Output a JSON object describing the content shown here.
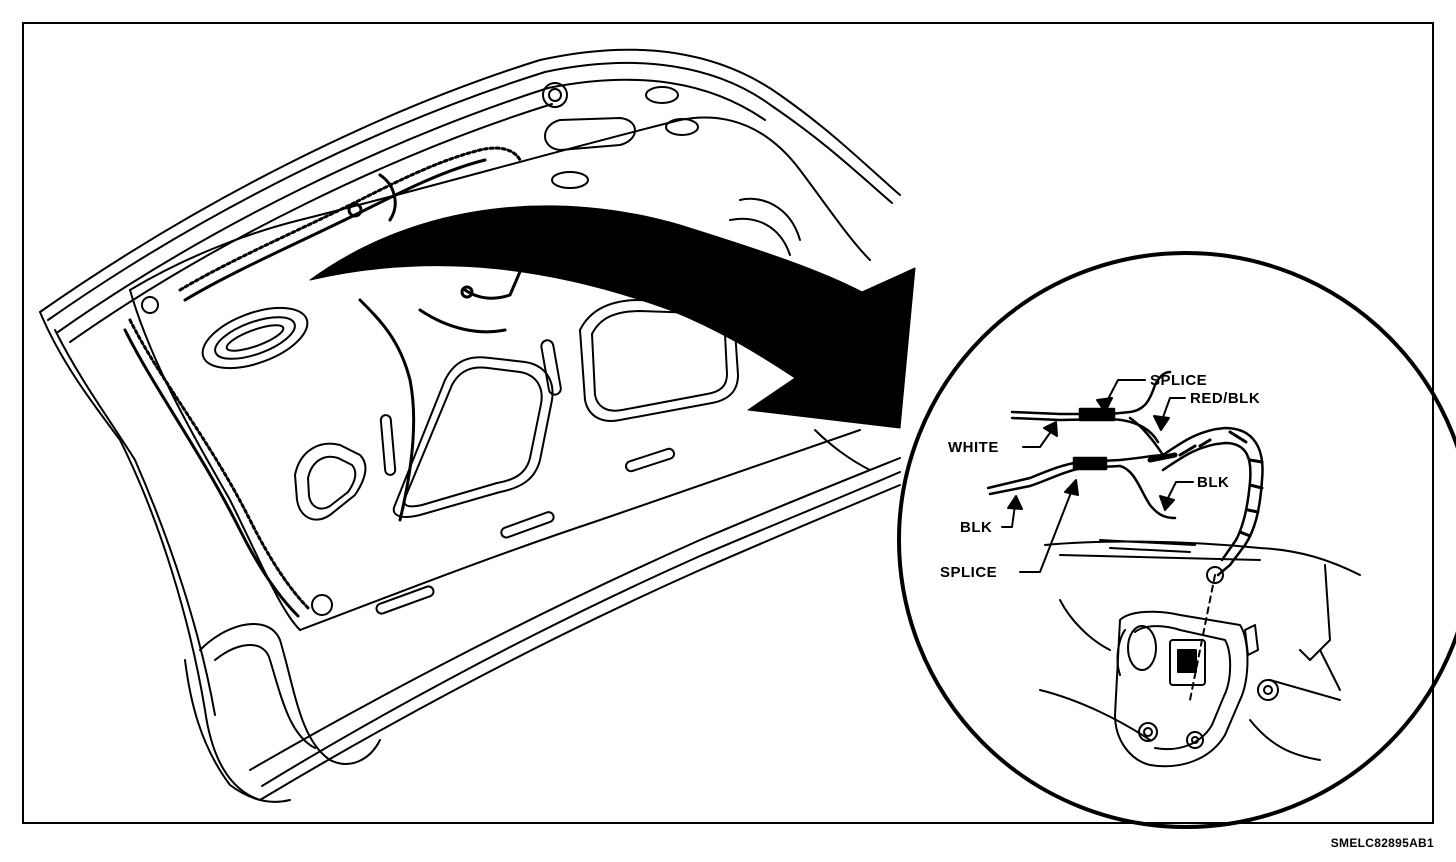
{
  "labels": {
    "splice_top": "SPLICE",
    "red_blk": "RED/BLK",
    "white": "WHITE",
    "blk_right": "BLK",
    "blk_left": "BLK",
    "splice_bottom": "SPLICE"
  },
  "figure_id": "SMELC82895AB1",
  "colors": {
    "ink": "#000000",
    "paper": "#ffffff"
  }
}
